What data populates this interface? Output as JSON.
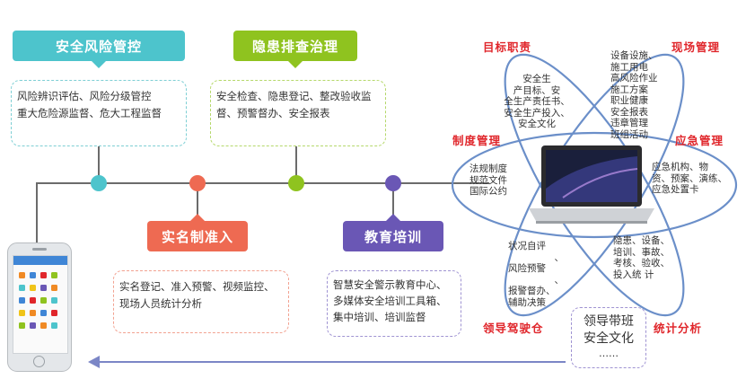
{
  "sections": {
    "risk": {
      "title": "安全风险管控",
      "lines": [
        "风险辨识评估、风险分级管控",
        "重大危险源监督、危大工程监督"
      ],
      "color": "#4dc4cc"
    },
    "hazard": {
      "title": "隐患排查治理",
      "lines": [
        "安全检查、隐患登记、整改验收监",
        "督、预警督办、安全报表"
      ],
      "color": "#8fc31f"
    },
    "realname": {
      "title": "实名制准入",
      "lines": [
        "实名登记、准入预警、视频监控、",
        "现场人员统计分析"
      ],
      "color": "#ee6a52"
    },
    "education": {
      "title": "教育培训",
      "lines": [
        "智慧安全警示教育中心、",
        "多媒体安全培训工具箱、",
        "集中培训、培训监督"
      ],
      "color": "#6a57b5"
    }
  },
  "orbit": {
    "labels": {
      "goal": "目标职责",
      "site": "现场管理",
      "system": "制度管理",
      "emergency": "应急管理",
      "cockpit": "领导驾驶仓",
      "stats": "统计分析"
    },
    "texts": {
      "goal": [
        "安全生",
        "产目标、安",
        "全生产责任书、",
        "安全生产投入、",
        "安全文化"
      ],
      "site": [
        "设备设施、",
        "施工用电",
        "高风险作业",
        "施工方案",
        "职业健康",
        "安全报表",
        "违章管理",
        "班组活动"
      ],
      "system": [
        "法规制度",
        "规范文件",
        "国际公约"
      ],
      "emergency": [
        "应急机构、物",
        "资、预案、演练、",
        "应急处置卡"
      ],
      "cockpit": [
        "状况自评",
        "、",
        "风险预警",
        "、",
        "报警督办、",
        "辅助决策"
      ],
      "stats": [
        "隐患、设备、",
        "培训、事故、",
        "考核、验收、",
        "投入统 计"
      ]
    },
    "bottom_box": [
      "领导带班",
      "安全文化",
      "……"
    ]
  },
  "colors": {
    "line": "#6b6b6b",
    "orbit": "#6b8fc9",
    "accent_red": "#e0262b",
    "arrow": "#7b86c6"
  }
}
